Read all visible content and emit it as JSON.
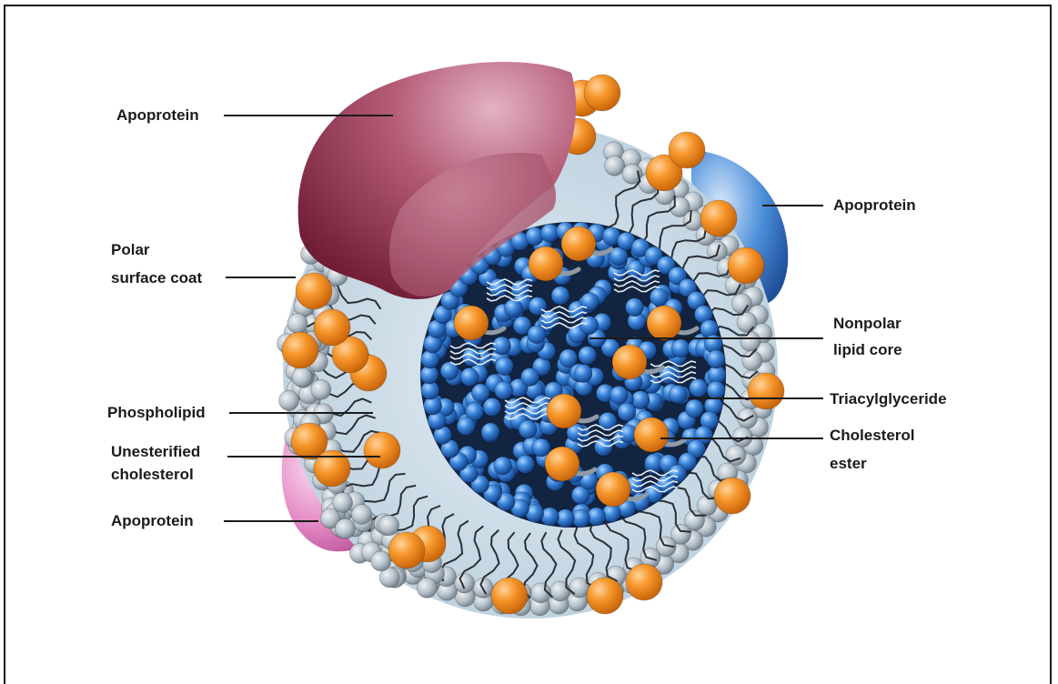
{
  "labels": {
    "apoprotein_top": "Apoprotein",
    "polar_line1": "Polar",
    "polar_line2": "surface coat",
    "phospholipid": "Phospholipid",
    "unesterified_line1": "Unesterified",
    "unesterified_line2": "cholesterol",
    "apoprotein_bottom": "Apoprotein",
    "apoprotein_right": "Apoprotein",
    "nonpolar_line1": "Nonpolar",
    "nonpolar_line2": "lipid core",
    "triacylglyceride": "Triacylglyceride",
    "cholesterol_line1": "Cholesterol",
    "cholesterol_line2": "ester"
  },
  "colors": {
    "apoprotein_maroon": "#9a3b55",
    "apoprotein_blue": "#2f6fc0",
    "apoprotein_pink": "#dd7cbd",
    "phospholipid_head": "#b7c2cb",
    "cholesterol_orange": "#f28a1e",
    "core_blue": "#2f78d0",
    "core_dark": "#12243f",
    "surface_fill": "#c7d9e6"
  }
}
